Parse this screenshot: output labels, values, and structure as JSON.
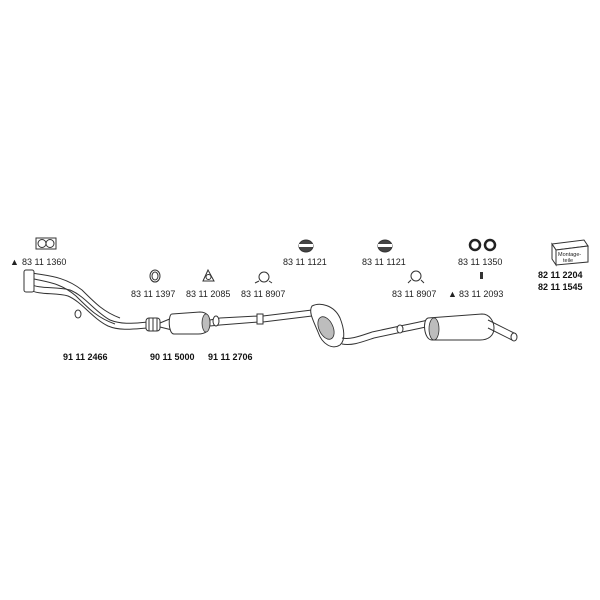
{
  "parts": {
    "gasket_top_left": "83 11 1360",
    "clamp_1": "83 11 1397",
    "clamp_2": "83 11 2085",
    "clamp_3": "83 11 8907",
    "rubber_1": "83 11 1121",
    "rubber_2": "83 11 1121",
    "rubber_3": "83 11 1350",
    "clamp_4": "83 11 8907",
    "bracket": "83 11 2093",
    "mounting_kit_1": "82 11 2204",
    "mounting_kit_2": "82 11 1545",
    "front_pipe": "91 11 2466",
    "catalyst": "90 11 5000",
    "middle_pipe": "91 11 2706"
  },
  "mounting_box_text": [
    "Montage-",
    "teile"
  ],
  "triangle_symbol": "▲",
  "colors": {
    "line": "#333333",
    "text": "#222222",
    "shade": "#bdbdbd"
  }
}
